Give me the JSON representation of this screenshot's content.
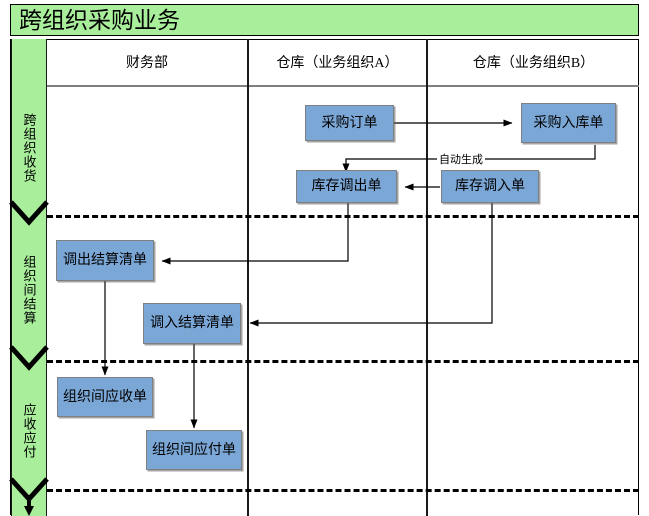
{
  "diagram": {
    "title": "跨组织采购业务",
    "accent_green": "#A9EE9B",
    "node_blue": "#7BA7D7",
    "lanes": [
      {
        "id": "finance",
        "label": "财务部"
      },
      {
        "id": "warehouse-a",
        "label": "仓库（业务组织A）"
      },
      {
        "id": "warehouse-b",
        "label": "仓库（业务组织B）"
      }
    ],
    "stages": [
      {
        "id": "cross-org-receipt",
        "label": "跨组织收货"
      },
      {
        "id": "inter-org-settlement",
        "label": "组织间结算"
      },
      {
        "id": "receivable-payable",
        "label": "应收应付"
      }
    ],
    "nodes": [
      {
        "id": "purchase-order",
        "label": "采购订单",
        "stage": "cross-org-receipt",
        "lane": "warehouse-a"
      },
      {
        "id": "purchase-receipt",
        "label": "采购入库单",
        "stage": "cross-org-receipt",
        "lane": "warehouse-b"
      },
      {
        "id": "stock-transfer-out",
        "label": "库存调出单",
        "stage": "cross-org-receipt",
        "lane": "warehouse-a"
      },
      {
        "id": "stock-transfer-in",
        "label": "库存调入单",
        "stage": "cross-org-receipt",
        "lane": "warehouse-b"
      },
      {
        "id": "transfer-out-settlement",
        "label": "调出结算清单",
        "stage": "inter-org-settlement",
        "lane": "finance"
      },
      {
        "id": "transfer-in-settlement",
        "label": "调入结算清单",
        "stage": "inter-org-settlement",
        "lane": "finance"
      },
      {
        "id": "inter-org-receivable",
        "label": "组织间应收单",
        "stage": "receivable-payable",
        "lane": "finance"
      },
      {
        "id": "inter-org-payable",
        "label": "组织间应付单",
        "stage": "receivable-payable",
        "lane": "finance"
      }
    ],
    "edges": [
      {
        "id": "po-to-receipt",
        "from": "purchase-order",
        "to": "purchase-receipt",
        "label": ""
      },
      {
        "id": "receipt-to-transfer-out",
        "from": "purchase-receipt",
        "to": "stock-transfer-out",
        "label": "自动生成"
      },
      {
        "id": "transfer-in-to-transfer-out",
        "from": "stock-transfer-in",
        "to": "stock-transfer-out",
        "label": ""
      },
      {
        "id": "transfer-out-to-settlement-out",
        "from": "stock-transfer-out",
        "to": "transfer-out-settlement",
        "label": ""
      },
      {
        "id": "transfer-in-to-settlement-in",
        "from": "stock-transfer-in",
        "to": "transfer-in-settlement",
        "label": ""
      },
      {
        "id": "settlement-out-to-receivable",
        "from": "transfer-out-settlement",
        "to": "inter-org-receivable",
        "label": ""
      },
      {
        "id": "settlement-in-to-payable",
        "from": "transfer-in-settlement",
        "to": "inter-org-payable",
        "label": ""
      }
    ]
  }
}
